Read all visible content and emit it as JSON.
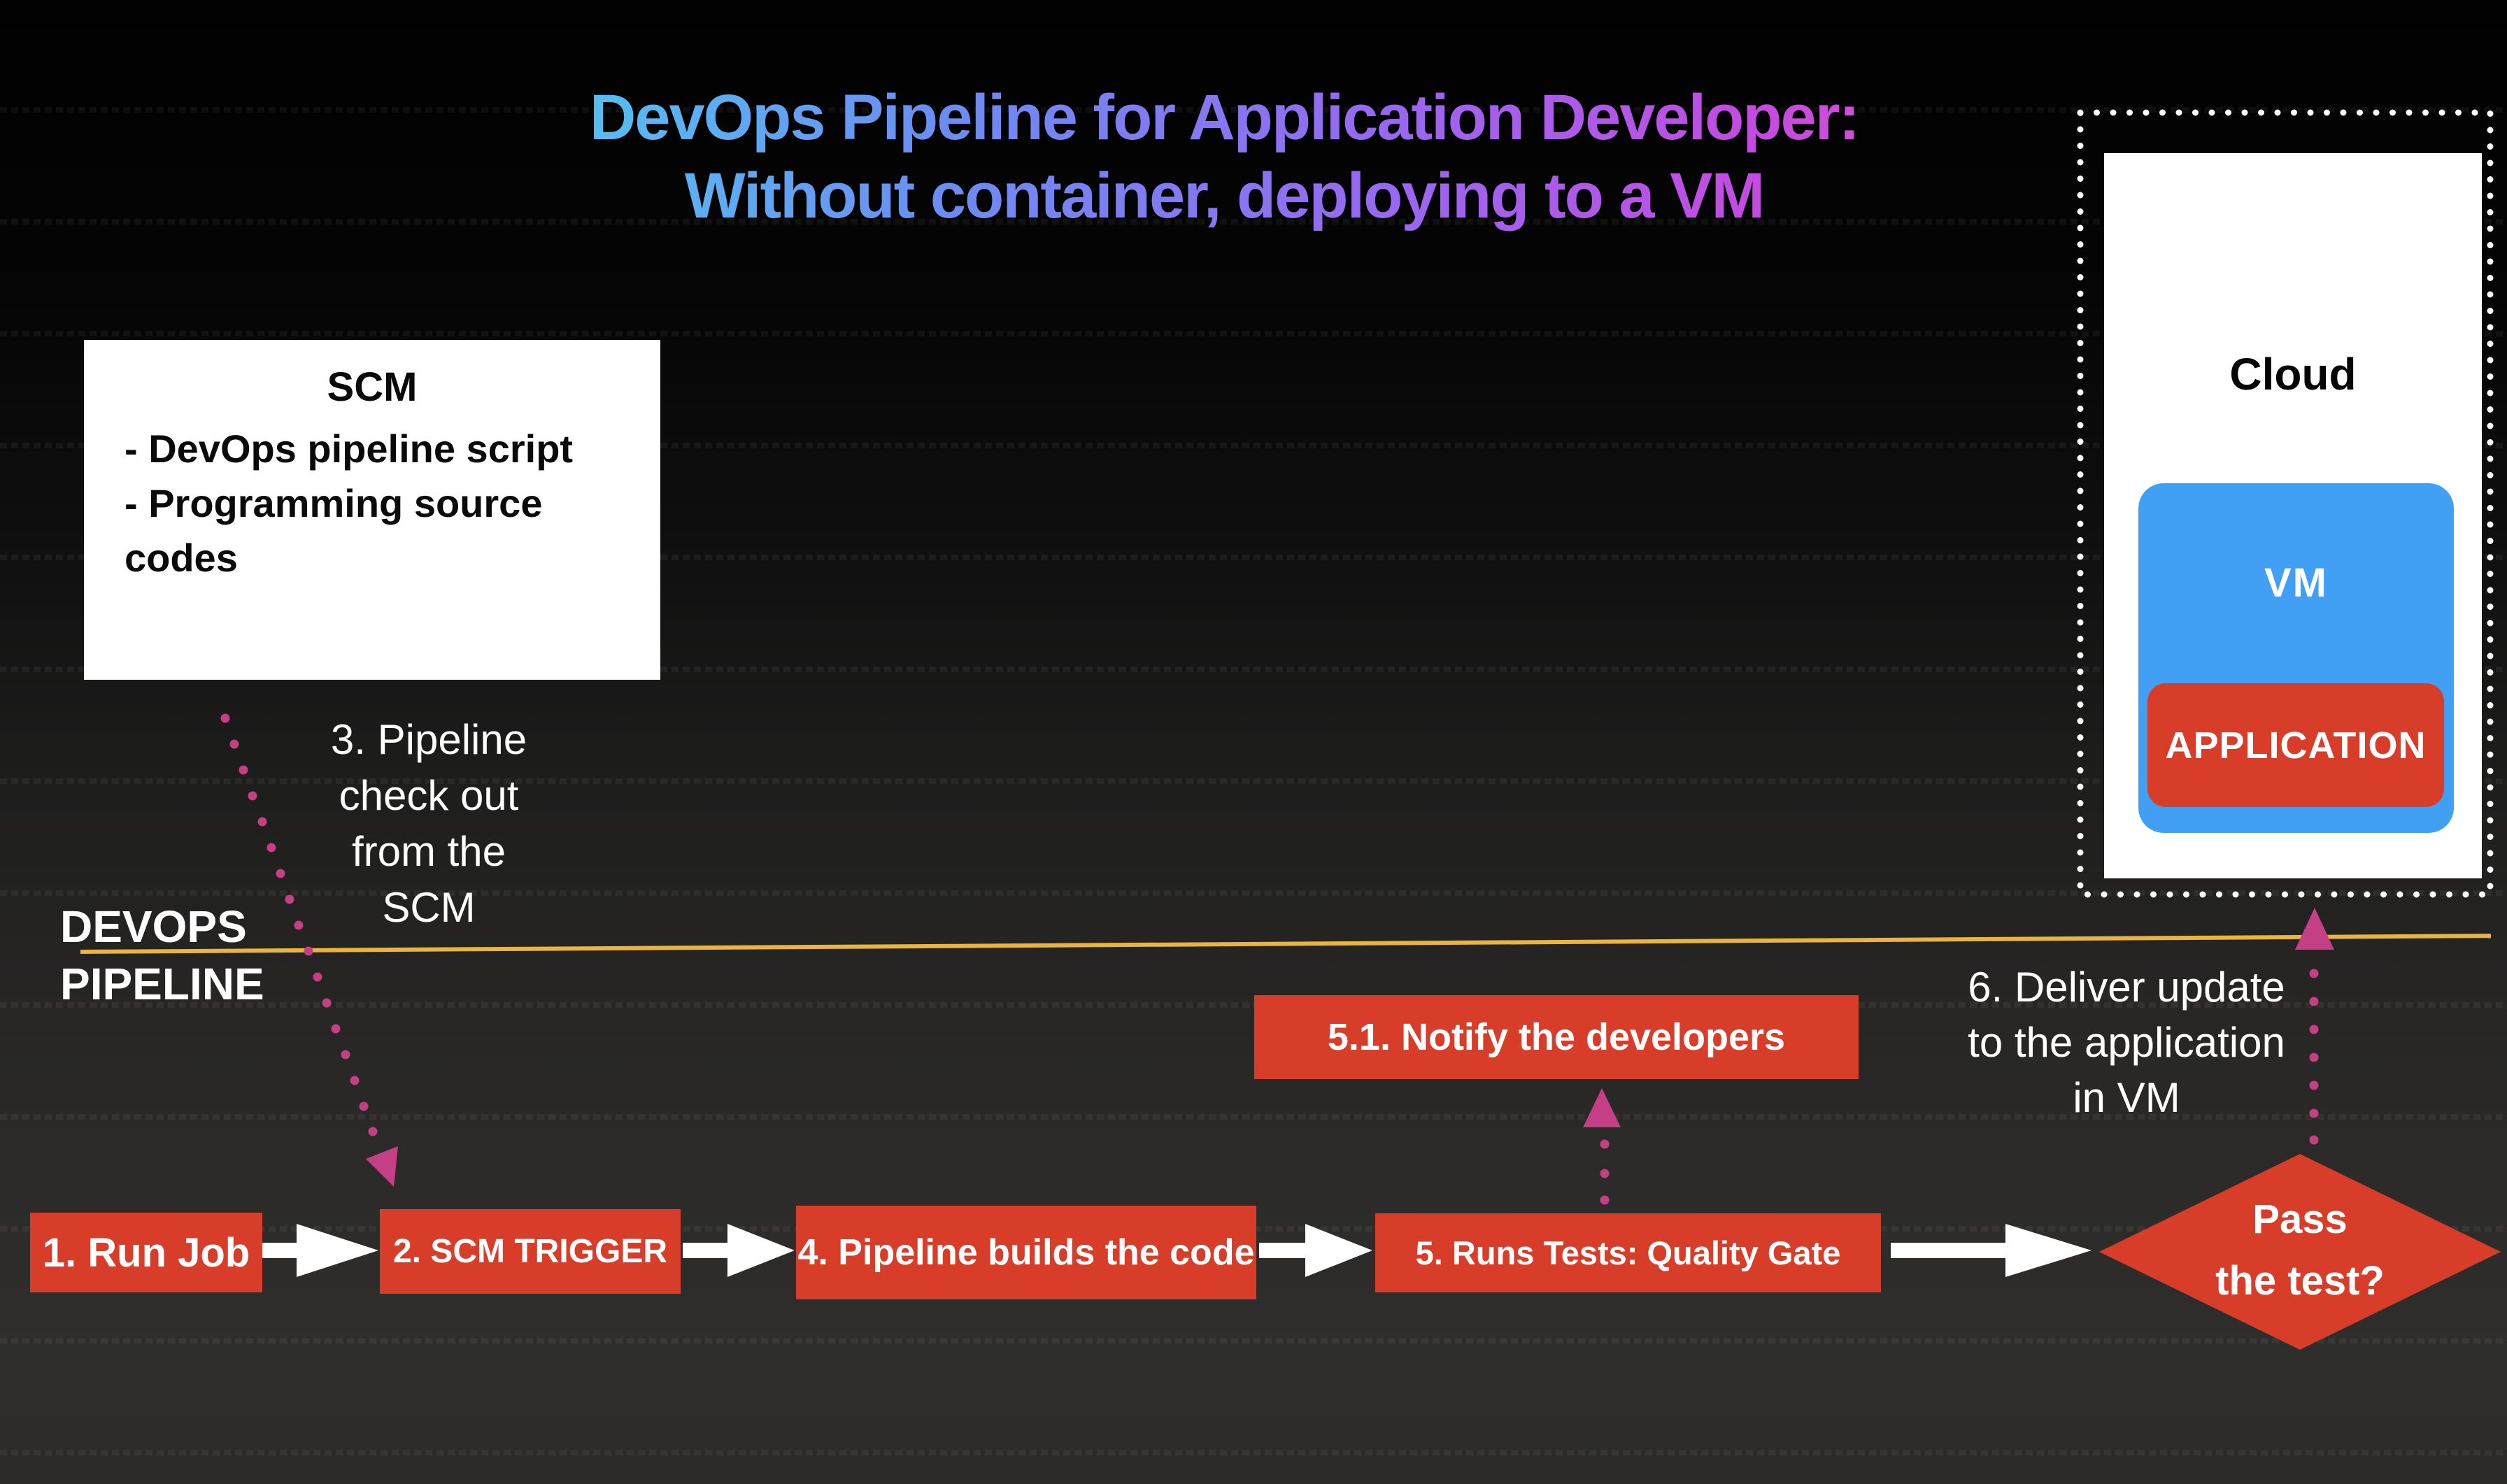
{
  "title": {
    "line1": "DevOps Pipeline for Application Developer:",
    "line2": "Without container, deploying to a VM"
  },
  "scm": {
    "title": "SCM",
    "items": [
      "- DevOps pipeline script",
      "- Programming source codes"
    ]
  },
  "cloud": {
    "label": "Cloud",
    "vm_label": "VM",
    "application_label": "APPLICATION"
  },
  "lane": {
    "label_line1": "DEVOPS",
    "label_line2": "PIPELINE"
  },
  "annotations": {
    "checkout": {
      "lines": [
        "3. Pipeline",
        "check out",
        "from the",
        "SCM"
      ]
    },
    "deliver": {
      "lines": [
        "6. Deliver update",
        "to the application",
        "in VM"
      ]
    }
  },
  "pipeline": {
    "steps": [
      {
        "id": "1",
        "label": "1. Run Job"
      },
      {
        "id": "2",
        "label": "2. SCM TRIGGER"
      },
      {
        "id": "4",
        "label": "4. Pipeline builds the code"
      },
      {
        "id": "5",
        "label": "5. Runs Tests: Quality Gate"
      }
    ],
    "notify": {
      "label": "5.1. Notify the developers"
    },
    "decision": {
      "line1": "Pass",
      "line2": "the test?"
    }
  },
  "colors": {
    "red": "#d73d28",
    "blue": "#41a0f4",
    "yellow": "#e9b441",
    "magenta": "#c43f84",
    "white": "#ffffff",
    "title_gradient": [
      "#52c7f0",
      "#6b8df2",
      "#9868f0",
      "#c44be0",
      "#d94ed6"
    ]
  }
}
